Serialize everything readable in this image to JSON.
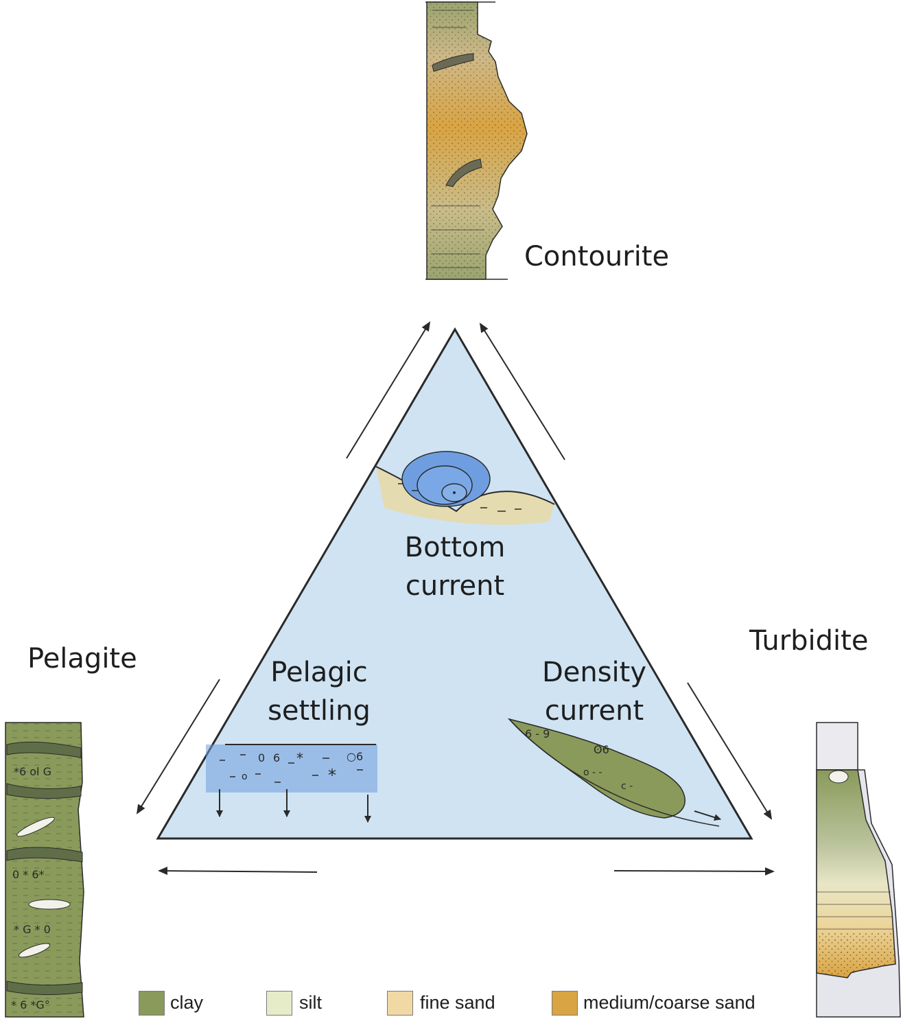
{
  "facies": {
    "contourite": "Contourite",
    "pelagite": "Pelagite",
    "turbidite": "Turbidite"
  },
  "processes": {
    "bottom_current": [
      "Bottom",
      "current"
    ],
    "pelagic_settling": [
      "Pelagic",
      "settling"
    ],
    "density_current": [
      "Density",
      "current"
    ]
  },
  "legend": [
    {
      "label": "clay",
      "color": "#8a9a5b"
    },
    {
      "label": "silt",
      "color": "#e6ecc8"
    },
    {
      "label": "fine sand",
      "color": "#f1d9a6"
    },
    {
      "label": "medium/coarse sand",
      "color": "#d9a443"
    }
  ],
  "colors": {
    "water": "#cfe3f2",
    "current_blue": "#6f9ee0",
    "clay_green": "#8a9a5b",
    "sand_orange": "#d9a443",
    "outline": "#2a2a2a"
  }
}
